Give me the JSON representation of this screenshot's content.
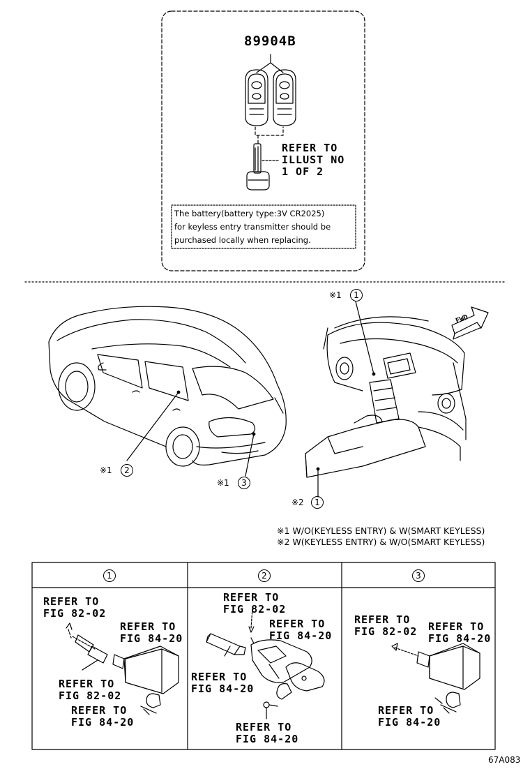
{
  "top_panel": {
    "part_number": "89904B",
    "refer_label": [
      "REFER TO",
      "ILLUST NO",
      "1 OF 2"
    ],
    "battery_note": [
      "The battery(battery type:3V CR2025)",
      "for keyless entry transmitter should be",
      "purchased locally when replacing."
    ]
  },
  "callouts": {
    "mark": "※",
    "dash": {
      "mark": "※1",
      "number": "1"
    },
    "door": {
      "mark": "※1",
      "number": "2"
    },
    "rear": {
      "mark": "※1",
      "number": "3"
    },
    "console": {
      "mark": "※2",
      "number": "1"
    }
  },
  "fwd_label": "FWD",
  "legend": [
    "※1 W/O(KEYLESS ENTRY) & W(SMART KEYLESS)",
    "※2 W(KEYLESS ENTRY) & W/O(SMART KEYLESS)"
  ],
  "detail_table": {
    "columns": [
      {
        "number": "1",
        "labels": [
          [
            "REFER TO",
            "FIG 82-02"
          ],
          [
            "REFER TO",
            "FIG 84-20"
          ],
          [
            "REFER TO",
            "FIG 82-02"
          ],
          [
            "REFER TO",
            "FIG 84-20"
          ]
        ]
      },
      {
        "number": "2",
        "labels": [
          [
            "REFER TO",
            "FIG 82-02"
          ],
          [
            "REFER TO",
            "FIG 84-20"
          ],
          [
            "REFER TO",
            "FIG 84-20"
          ],
          [
            "REFER TO",
            "FIG 84-20"
          ]
        ]
      },
      {
        "number": "3",
        "labels": [
          [
            "REFER TO",
            "FIG 82-02"
          ],
          [
            "REFER TO",
            "FIG 84-20"
          ],
          [
            "REFER TO",
            "FIG 84-20"
          ]
        ]
      }
    ]
  },
  "illustration_code": "67A083"
}
